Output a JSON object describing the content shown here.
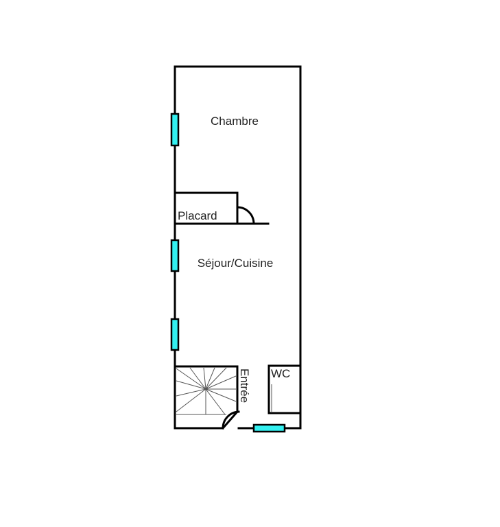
{
  "rooms": {
    "chambre": "Chambre",
    "placard": "Placard",
    "sejour": "Séjour/Cuisine",
    "wc": "WC",
    "entree": "Entrée"
  },
  "colors": {
    "wall": "#000000",
    "window": "#33f0f0",
    "background": "#ffffff"
  }
}
